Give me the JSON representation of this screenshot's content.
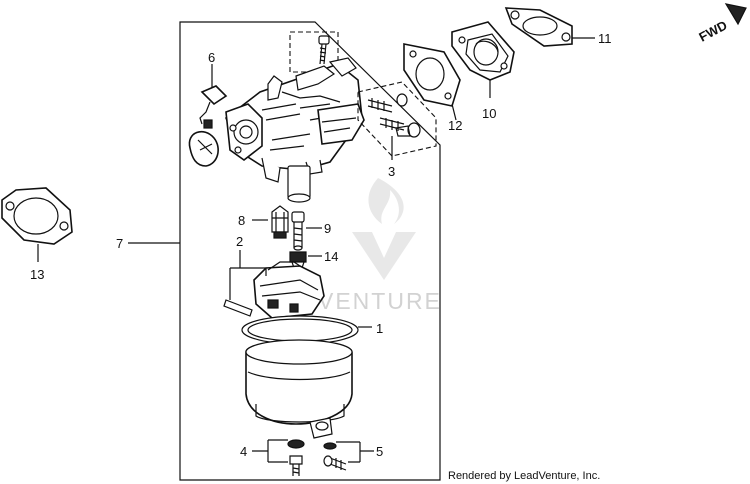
{
  "diagram": {
    "direction_label": "FWD",
    "watermark": "VENTURE",
    "footer": "Rendered by LeadVenture, Inc.",
    "callouts": [
      "1",
      "2",
      "3",
      "4",
      "5",
      "6",
      "7",
      "8",
      "9",
      "10",
      "11",
      "12",
      "13",
      "14"
    ]
  },
  "colors": {
    "ink": "#111111",
    "watermark": "#d2d2d2",
    "background": "#ffffff"
  },
  "icons": {
    "direction": "fwd-arrow-icon",
    "watermark": "flame-v-logo-icon"
  }
}
